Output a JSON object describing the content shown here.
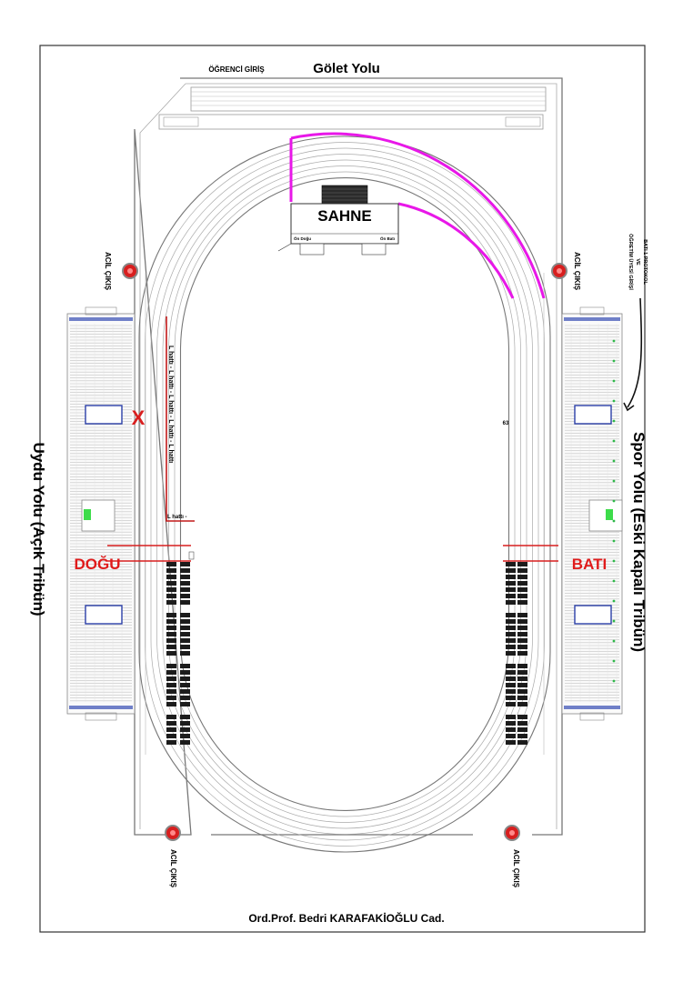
{
  "roads": {
    "top": "Gölet Yolu",
    "left": "Uydu Yolu (Açık Tribün)",
    "right": "Spor Yolu (Eski Kapalı Tribün)",
    "bottom": "Ord.Prof. Bedri KARAFAKİOĞLU Cad."
  },
  "entrances": {
    "student": "ÖĞRENCİ GİRİŞ",
    "protocol_lines": [
      "BATI 1 PROTOKOL",
      "VE",
      "ÖĞRETİM ÜYESİ GİRİŞİ"
    ]
  },
  "stage": {
    "label": "SAHNE",
    "left_note": "Ön Doğu",
    "right_note": "Ön Batı"
  },
  "emergency_exit": "ACİL ÇIKIŞ",
  "sides": {
    "east": "DOĞU",
    "west": "BATI"
  },
  "marker_x": "X",
  "l_line": {
    "vertical": "L hattı - L hattı - L hattı - L hattı - L hattı",
    "horizontal": "L hattı -"
  },
  "field_number": "63",
  "colors": {
    "outline": "#555555",
    "highlight_arc": "#e817e8",
    "east_west_label": "#e01b1b",
    "stand_accent": "#2a3fa8",
    "exit_marker": "#d81f1f"
  }
}
